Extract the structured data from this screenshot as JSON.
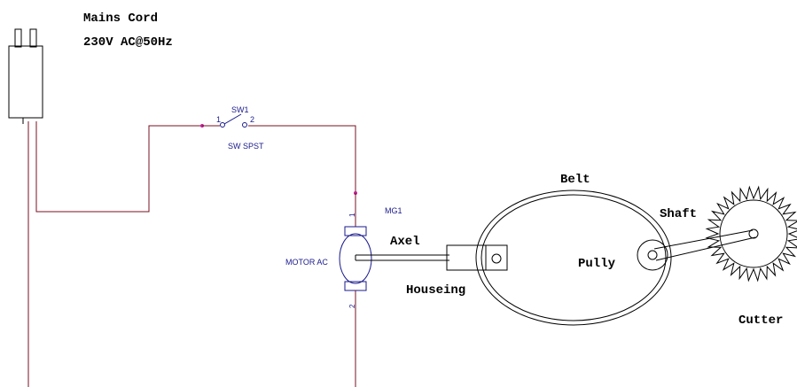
{
  "labels": {
    "mains_title": "Mains Cord",
    "mains_voltage": "230V AC@50Hz",
    "switch_ref": "SW1",
    "switch_pin1": "1",
    "switch_pin2": "2",
    "switch_type": "SW SPST",
    "motor_ref": "MG1",
    "motor_pin1": "1",
    "motor_pin2": "2",
    "motor_type": "MOTOR AC",
    "axel": "Axel",
    "housing": "Houseing",
    "belt": "Belt",
    "shaft": "Shaft",
    "pulley": "Pully",
    "cutter": "Cutter"
  },
  "colors": {
    "wire": "#7a1020",
    "component": "#1a1a8c",
    "node": "#c0209a",
    "outline": "#000000",
    "mechanical": "#000000"
  }
}
